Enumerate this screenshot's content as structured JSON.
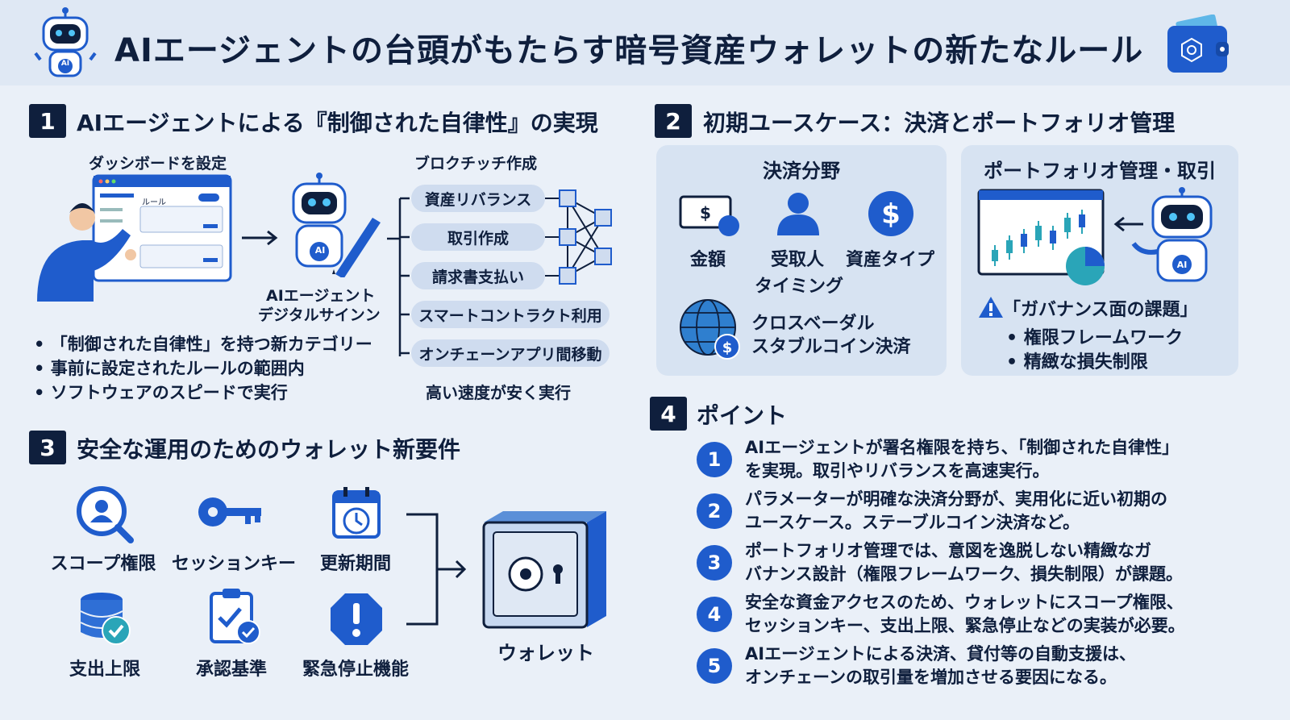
{
  "header": {
    "title": "AIエージェントの台頭がもたらす暗号資産ウォレットの新たなルール",
    "robot_badge": "AI"
  },
  "colors": {
    "navy": "#0f1f3d",
    "blue": "#1f5ccc",
    "light_blue": "#cfdcef",
    "card": "#d7e3f2",
    "header_bg": "#dfe8f4",
    "teal": "#2aa5b8"
  },
  "icons": [
    "robot-icon",
    "wallet-icon",
    "dashboard-icon",
    "network-icon",
    "money-icon",
    "person-icon",
    "dollar-icon",
    "globe-icon",
    "chart-icon",
    "warning-icon",
    "search-person-icon",
    "key-icon",
    "calendar-icon",
    "database-check-icon",
    "clipboard-check-icon",
    "alert-octagon-icon",
    "safe-icon"
  ],
  "section1": {
    "num": "1",
    "title": "AIエージェントによる『制御された自律性』の実現",
    "dashboard_label": "ダッシボードを設定",
    "dashboard_rule": "ルール",
    "agent_label_1": "AIエージェント",
    "agent_label_2": "デジタルサインン",
    "robot_badge": "AI",
    "blockchain_label": "ブロクチッチ作成",
    "pills": [
      "資産リバランス",
      "取引作成",
      "請求書支払い",
      "スマートコントラクト利用",
      "オンチェーンアプリ間移動"
    ],
    "speed_text": "高い速度が安く実行",
    "bullets": [
      "「制御された自律性」を持つ新カテゴリー",
      "事前に設定されたルールの範囲内",
      "ソフトウェアのスピードで実行"
    ]
  },
  "section2": {
    "num": "2",
    "title": "初期ユースケース：決済とポートフォリオ管理",
    "payment": {
      "title": "決済分野",
      "items": [
        "金額",
        "受取人",
        "資産タイプ"
      ],
      "timing": "タイミング",
      "cross1": "クロスベーダル",
      "cross2": "スタブルコイン決済"
    },
    "portfolio": {
      "title": "ポートフォリオ管理・取引",
      "robot_badge": "AI",
      "gov_title": "「ガバナンス面の課題」",
      "gov_items": [
        "権限フレームワーク",
        "精緻な損失制限"
      ]
    }
  },
  "section3": {
    "num": "3",
    "title": "安全な運用のためのウォレット新要件",
    "items": [
      "スコープ権限",
      "セッションキー",
      "更新期間",
      "支出上限",
      "承認基準",
      "緊急停止機能"
    ],
    "wallet_label": "ウォレット"
  },
  "section4": {
    "num": "4",
    "title": "ポイント",
    "points": [
      {
        "n": "1",
        "l1": "AIエージェントが署名権限を持ち、「制御された自律性」",
        "l2": "を実現。取引やリバランスを高速実行。"
      },
      {
        "n": "2",
        "l1": "パラメーターが明確な決済分野が、実用化に近い初期の",
        "l2": "ユースケース。ステーブルコイン決済など。"
      },
      {
        "n": "3",
        "l1": "ポートフォリオ管理では、意図を逸脱しない精緻なガ",
        "l2": "バナンス設計（権限フレームワーク、損失制限）が課題。"
      },
      {
        "n": "4",
        "l1": "安全な資金アクセスのため、ウォレットにスコープ権限、",
        "l2": "セッションキー、支出上限、緊急停止などの実装が必要。"
      },
      {
        "n": "5",
        "l1": "AIエージェントによる決済、貸付等の自動支援は、",
        "l2": "オンチェーンの取引量を増加させる要因になる。"
      }
    ]
  }
}
